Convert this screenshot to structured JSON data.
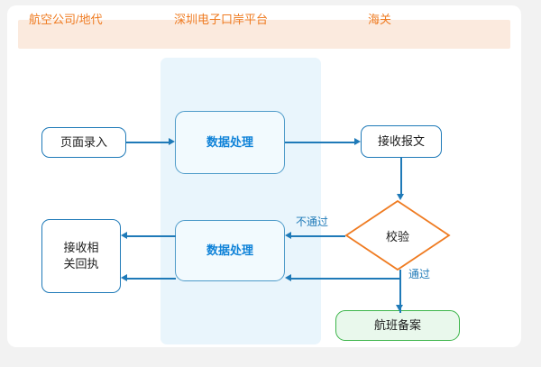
{
  "diagram": {
    "title_lanes": [
      {
        "id": "lane-airline",
        "label": "航空公司/地代"
      },
      {
        "id": "lane-platform",
        "label": "深圳电子口岸平台"
      },
      {
        "id": "lane-customs",
        "label": "海关"
      }
    ],
    "colors": {
      "lane_header_bg": "#fbeade",
      "lane_header_text": "#ef7b21",
      "swimlane_bg": "#e9f5fc",
      "node_blue_border": "#1f7ab8",
      "process_text": "#0f82d8",
      "process_bg": "#f2fafe",
      "decision_border": "#ef7b21",
      "terminal_border": "#3cb54a",
      "terminal_bg": "#e9f8ec",
      "edge": "#1f7ab8",
      "page_bg": "#f2f2f2",
      "card_bg": "#ffffff"
    },
    "nodes": [
      {
        "id": "page-entry",
        "label": "页面录入",
        "shape": "rounded-rect",
        "lane": "lane-airline"
      },
      {
        "id": "process-1",
        "label": "数据处理",
        "shape": "rounded-rect",
        "lane": "lane-platform"
      },
      {
        "id": "receive-message",
        "label": "接收报文",
        "shape": "rounded-rect",
        "lane": "lane-customs"
      },
      {
        "id": "verify",
        "label": "校验",
        "shape": "diamond",
        "lane": "lane-customs"
      },
      {
        "id": "flight-filing",
        "label": "航班备案",
        "shape": "rounded-rect",
        "lane": "lane-customs"
      },
      {
        "id": "process-2",
        "label": "数据处理",
        "shape": "rounded-rect",
        "lane": "lane-platform"
      },
      {
        "id": "receive-receipt",
        "label": "接收相\n关回执",
        "label_line1": "接收相",
        "label_line2": "关回执",
        "shape": "rounded-rect",
        "lane": "lane-airline"
      }
    ],
    "edge_labels": [
      {
        "id": "edge-label-fail",
        "label": "不通过"
      },
      {
        "id": "edge-label-pass",
        "label": "通过"
      }
    ]
  }
}
